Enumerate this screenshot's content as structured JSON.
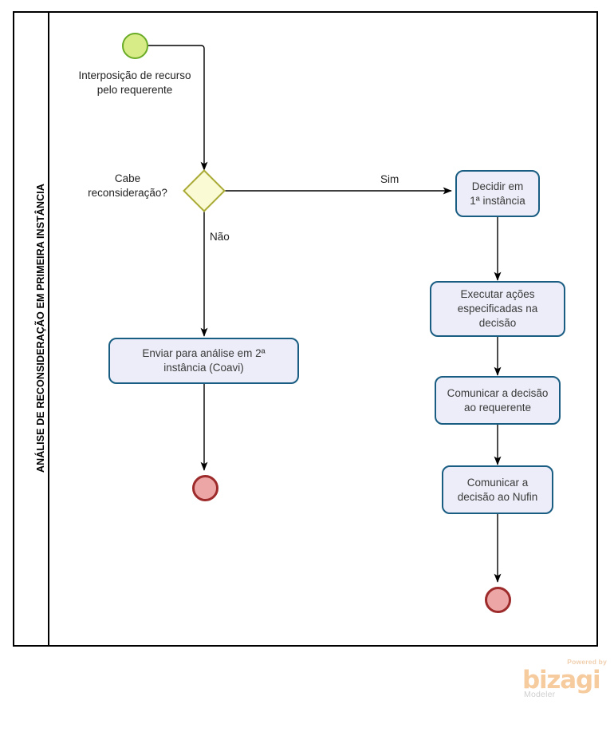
{
  "diagram": {
    "type": "bpmn-process-flow",
    "lane": {
      "title": "ANÁLISE DE RECONSIDERAÇÃO EM PRIMEIRA INSTÂNCIA"
    },
    "events": [
      {
        "id": "start",
        "kind": "start-event",
        "label": "Interposição de recurso\npelo requerente",
        "fill": "#d7ec86",
        "stroke": "#6aab27"
      },
      {
        "id": "end-left",
        "kind": "end-event",
        "label": "",
        "fill": "#eda6a6",
        "stroke": "#9e2b2b"
      },
      {
        "id": "end-right",
        "kind": "end-event",
        "label": "",
        "fill": "#eda6a6",
        "stroke": "#9e2b2b"
      }
    ],
    "gateways": [
      {
        "id": "gw-reconsideracao",
        "kind": "exclusive-gateway",
        "label": "Cabe\nreconsideração?",
        "fill": "#fafad4",
        "stroke": "#a9a936"
      }
    ],
    "tasks": [
      {
        "id": "task-decidir",
        "label": "Decidir em\n1ª instância"
      },
      {
        "id": "task-executar",
        "label": "Executar ações\nespecificadas na\ndecisão"
      },
      {
        "id": "task-comunicar-requerente",
        "label": "Comunicar a decisão\nao requerente"
      },
      {
        "id": "task-comunicar-nufin",
        "label": "Comunicar a\ndecisão ao Nufin"
      },
      {
        "id": "task-enviar-coavi",
        "label": "Enviar para análise em 2ª\ninstância (Coavi)"
      }
    ],
    "flow_labels": {
      "sim": "Sim",
      "nao": "Não"
    },
    "colors": {
      "task_fill": "#ecedf8",
      "task_stroke": "#1a5d82",
      "gateway_fill": "#fafad4",
      "gateway_stroke": "#a9a936",
      "start_fill": "#d7ec86",
      "start_stroke": "#6aab27",
      "end_fill": "#eda6a6",
      "end_stroke": "#9e2b2b",
      "connector": "#000000",
      "pool_stroke": "#000000"
    }
  },
  "brand": {
    "powered_by": "Powered by",
    "name": "bizagi",
    "product": "Modeler"
  }
}
